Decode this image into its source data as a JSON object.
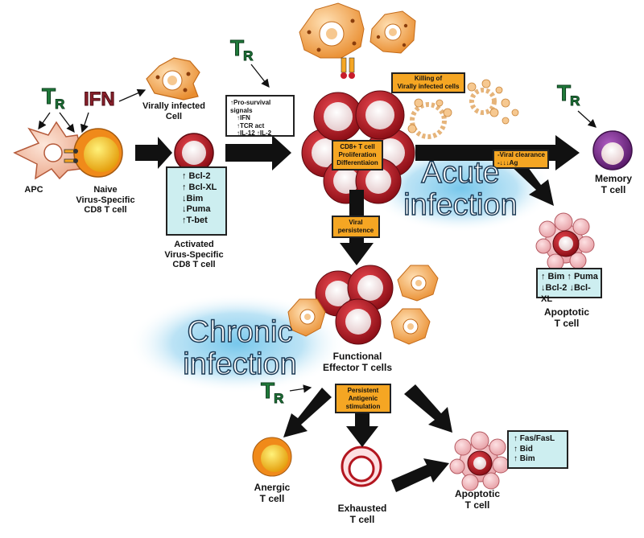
{
  "regulators": {
    "tr_letter": "T",
    "tr_sub": "R",
    "ifn": "IFN"
  },
  "cells": {
    "apc": "APC",
    "naive": [
      "Naive",
      "Virus-Specific",
      "CD8 T cell"
    ],
    "virally_infected": [
      "Virally infected",
      "Cell"
    ],
    "activated": [
      "Activated",
      "Virus-Specific",
      "CD8 T cell"
    ],
    "memory": [
      "Memory",
      "T cell"
    ],
    "apoptotic_acute": [
      "Apoptotic",
      "T cell"
    ],
    "functional": [
      "Functional",
      "Effector T cells"
    ],
    "anergic": [
      "Anergic",
      "T cell"
    ],
    "exhausted": [
      "Exhausted",
      "T cell"
    ],
    "apoptotic_chronic": [
      "Apoptotic",
      "T cell"
    ]
  },
  "boxes": {
    "activated_markers": [
      "↑ Bcl-2",
      "↑ Bcl-XL",
      "↓Bim",
      "↓Puma",
      "↑T-bet"
    ],
    "pro_survival": [
      "↑Pro-survival signals",
      "↑IFN",
      "↑TCR act",
      "↑IL-12  ↑IL-2"
    ],
    "effector": [
      "CD8+ T cell",
      "Proliferation",
      "Differentiaion"
    ],
    "killing": [
      "Killing of",
      "Virally infected cells"
    ],
    "viral_clearance": [
      "-Viral clearance",
      "-↓↓↓Ag"
    ],
    "viral_persistence": [
      "Viral",
      "persistence"
    ],
    "apoptotic_acute_markers": [
      "↑ Bim ↑ Puma",
      "↓Bcl-2 ↓Bcl-XL"
    ],
    "persistent": [
      "Persistent",
      "Antigenic",
      "stimulation"
    ],
    "apoptotic_chronic_markers": [
      "↑ Fas/FasL",
      "↑ Bid",
      "↑ Bim"
    ]
  },
  "regions": {
    "acute": [
      "Acute",
      "infection"
    ],
    "chronic": [
      "Chronic",
      "infection"
    ]
  },
  "colors": {
    "tr_green": "#1f7a3a",
    "ifn_red": "#8a1f2a",
    "orange_box": "#f5a623",
    "teal_box": "#cdeef0",
    "cell_red": "#b3161f",
    "infected_orange": "#f2a65a",
    "memory_purple": "#7b2f8f",
    "anergic_yellow": "#f3c21a",
    "cloud_blue": "#6fc4ea"
  }
}
